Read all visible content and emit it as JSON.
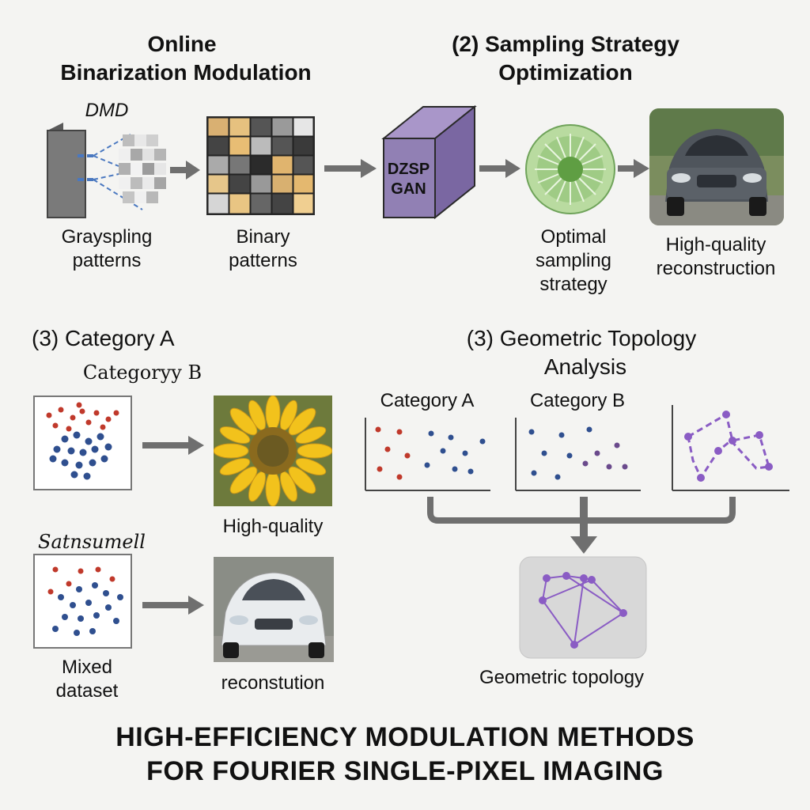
{
  "section1": {
    "title_line1": "Online",
    "title_line2": "Binarization Modulation",
    "dmd_label": "DMD",
    "graypatterns_line1": "Grayspling",
    "graypatterns_line2": "patterns",
    "binary_line1": "Binary",
    "binary_line2": "patterns"
  },
  "section2": {
    "title_line1": "(2)  Sampling Strategy",
    "title_line2": "Optimization",
    "network_line1": "DZSP",
    "network_line2": "GAN",
    "optimal_line1": "Optimal",
    "optimal_line2": "sampling",
    "optimal_line3": "strategy",
    "recon_line1": "High-quality",
    "recon_line2": "reconstruction"
  },
  "section3a": {
    "title": "(3)  Category A",
    "category_b": "Categoryy B",
    "sunflower_caption": "High-quality",
    "satnsumell": "Satnsumell",
    "mixed_line1": "Mixed",
    "mixed_line2": "dataset",
    "car_caption": "reconstution"
  },
  "section3b": {
    "title_line1": "(3)  Geometric Topology",
    "title_line2": "Analysis",
    "cat_a": "Category  A",
    "cat_b": "Category  B",
    "topology_caption": "Geometric topology"
  },
  "footer": {
    "line1": "HIGH-EFFICIENCY MODULATION METHODS",
    "line2": "FOR FOURIER SINGLE-PIXEL IMAGING"
  },
  "colors": {
    "arrow": "#6f6f6f",
    "gan_box": "#9180b4",
    "red_dot": "#c0392b",
    "blue_dot": "#2f4f8f",
    "purple": "#8a5cc4",
    "orange_tile": "#e2b470"
  }
}
